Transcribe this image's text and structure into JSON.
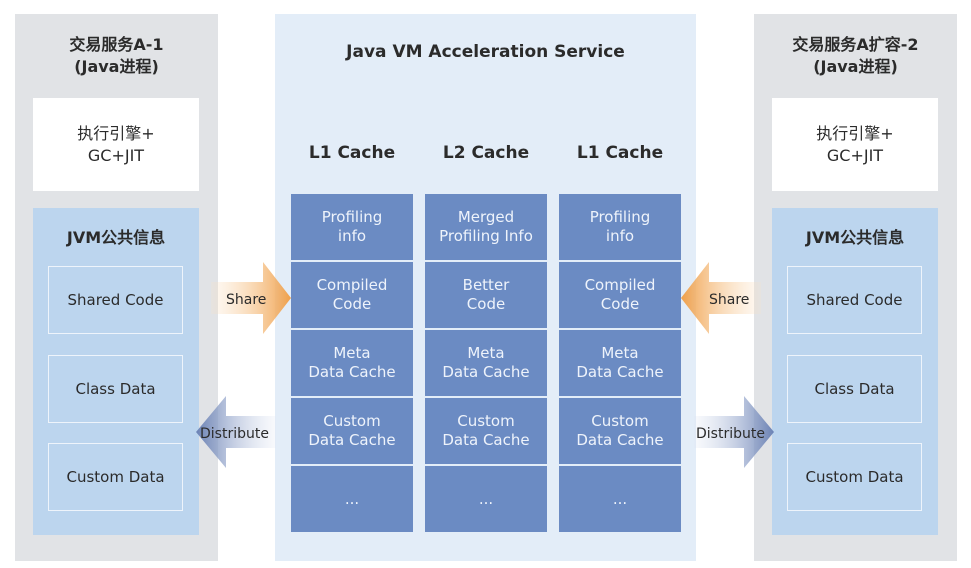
{
  "left_process": {
    "title": "交易服务A-1\n(Java进程)",
    "title_line1": "交易服务A-1",
    "title_line2": "(Java进程)",
    "engine": "执行引擎+\nGC+JIT",
    "jvm_title": "JVM公共信息",
    "items": [
      "Shared Code",
      "Class Data",
      "Custom Data"
    ]
  },
  "right_process": {
    "title_line1": "交易服务A扩容-2",
    "title_line2": "(Java进程)",
    "engine": "执行引擎+\nGC+JIT",
    "jvm_title": "JVM公共信息",
    "items": [
      "Shared Code",
      "Class Data",
      "Custom Data"
    ]
  },
  "service": {
    "title": "Java VM Acceleration Service",
    "columns": [
      {
        "header": "L1 Cache",
        "cells": [
          "Profiling\ninfo",
          "Compiled\nCode",
          "Meta\nData Cache",
          "Custom\nData Cache",
          "..."
        ]
      },
      {
        "header": "L2 Cache",
        "cells": [
          "Merged\nProfiling Info",
          "Better\nCode",
          "Meta\nData Cache",
          "Custom\nData Cache",
          "..."
        ]
      },
      {
        "header": "L1 Cache",
        "cells": [
          "Profiling\ninfo",
          "Compiled\nCode",
          "Meta\nData Cache",
          "Custom\nData Cache",
          "..."
        ]
      }
    ]
  },
  "arrows": {
    "share_label": "Share",
    "distribute_label": "Distribute"
  },
  "colors": {
    "process_bg": "#e1e3e6",
    "jvm_bg": "#bcd5ee",
    "service_bg": "#e3edf8",
    "cache_cell": "#6b8bc3",
    "share_arrow": "#f0a64a",
    "distribute_arrow": "#6b82b5"
  }
}
